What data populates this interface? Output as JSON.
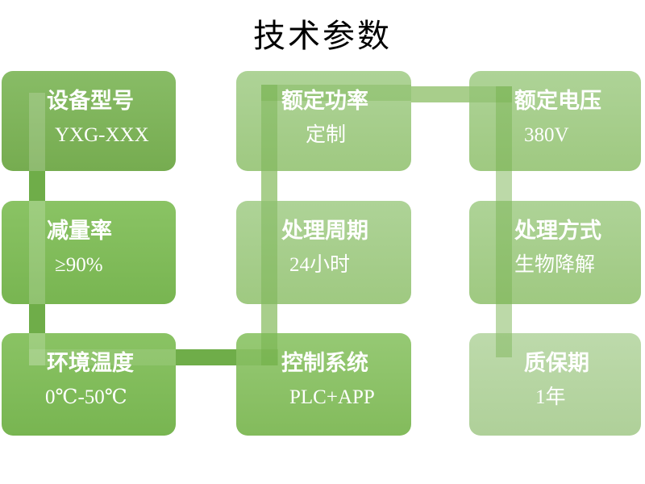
{
  "title": "技术参数",
  "boxes": [
    {
      "label": "设备型号",
      "value": "YXG-XXX"
    },
    {
      "label": "额定功率",
      "value": "定制"
    },
    {
      "label": "额定电压",
      "value": "380V"
    },
    {
      "label": "减量率",
      "value": "≥90%"
    },
    {
      "label": "处理周期",
      "value": "24小时"
    },
    {
      "label": "处理方式",
      "value": "生物降解"
    },
    {
      "label": "环境温度",
      "value": "0℃-50℃"
    },
    {
      "label": "控制系统",
      "value": "PLC+APP"
    },
    {
      "label": "质保期",
      "value": "1年"
    }
  ],
  "colors": {
    "background": "#FFFFFF",
    "title_text": "#000000",
    "box_text": "#FFFFFF",
    "box_dark_green": "#7DB35B",
    "box_light_green": "#A6CE8B",
    "box_medium_green": "#8CC368",
    "box_pale_green": "#B5D5A1",
    "connector_col1": "#6FAD49",
    "connector_col2": "#A8CE8B",
    "connector_col3": "#BCD9A8"
  }
}
